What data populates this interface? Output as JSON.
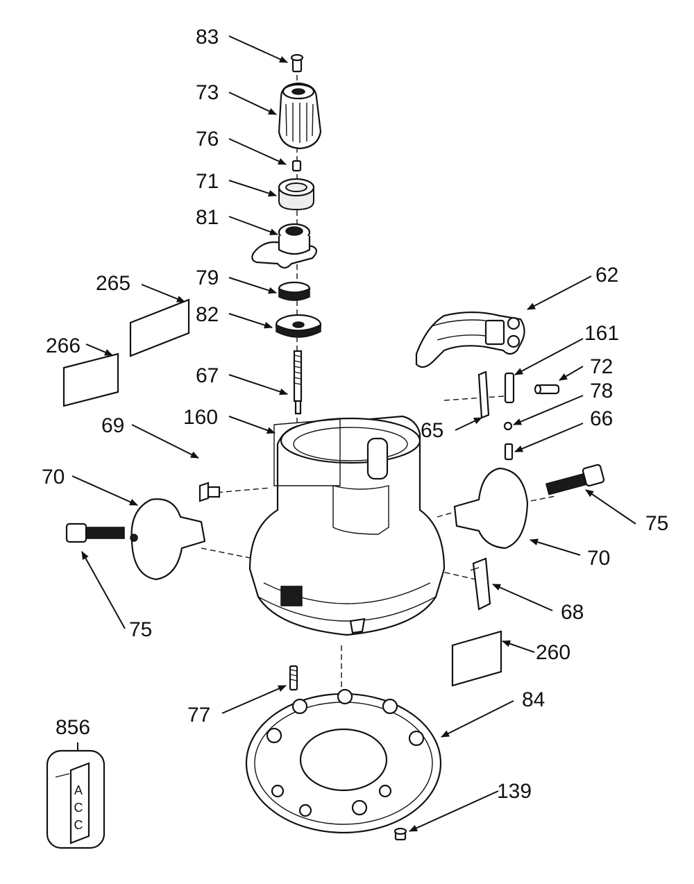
{
  "callouts": [
    {
      "id": "83",
      "label": "83"
    },
    {
      "id": "73",
      "label": "73"
    },
    {
      "id": "76",
      "label": "76"
    },
    {
      "id": "71",
      "label": "71"
    },
    {
      "id": "81",
      "label": "81"
    },
    {
      "id": "265",
      "label": "265"
    },
    {
      "id": "79",
      "label": "79"
    },
    {
      "id": "82",
      "label": "82"
    },
    {
      "id": "266",
      "label": "266"
    },
    {
      "id": "67",
      "label": "67"
    },
    {
      "id": "160",
      "label": "160"
    },
    {
      "id": "69",
      "label": "69"
    },
    {
      "id": "70a",
      "label": "70"
    },
    {
      "id": "75a",
      "label": "75"
    },
    {
      "id": "62",
      "label": "62"
    },
    {
      "id": "161",
      "label": "161"
    },
    {
      "id": "72",
      "label": "72"
    },
    {
      "id": "78",
      "label": "78"
    },
    {
      "id": "65",
      "label": "65"
    },
    {
      "id": "66",
      "label": "66"
    },
    {
      "id": "75b",
      "label": "75"
    },
    {
      "id": "70b",
      "label": "70"
    },
    {
      "id": "68",
      "label": "68"
    },
    {
      "id": "260",
      "label": "260"
    },
    {
      "id": "77",
      "label": "77"
    },
    {
      "id": "84",
      "label": "84"
    },
    {
      "id": "856",
      "label": "856"
    },
    {
      "id": "139",
      "label": "139"
    }
  ],
  "kit_label": [
    "A",
    "C",
    "C"
  ]
}
